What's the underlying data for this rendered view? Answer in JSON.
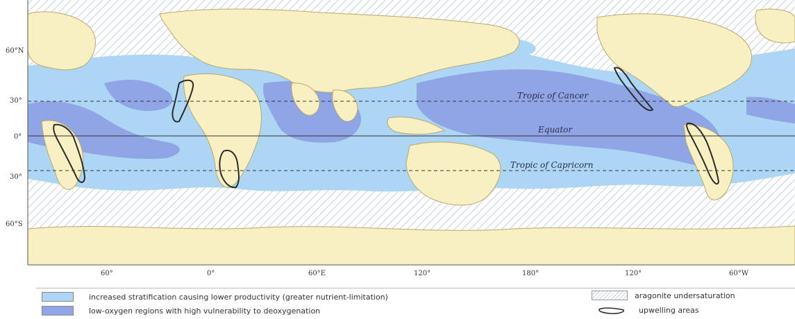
{
  "map": {
    "lat_labels": [
      "60°N",
      "30°",
      "0°",
      "30°",
      "60°S"
    ],
    "lon_labels": [
      "60°",
      "0°",
      "60°E",
      "120°",
      "180°",
      "120°",
      "60°W"
    ],
    "reference_lines": {
      "tropic_cancer": "Tropic of Cancer",
      "equator": "Equator",
      "tropic_capricorn": "Tropic of Capricorn"
    }
  },
  "legend": {
    "stratification": "increased stratification causing lower productivity (greater nutrient-limitation)",
    "low_oxygen": "low-oxygen regions with high vulnerability to deoxygenation",
    "aragonite": "aragonite undersaturation",
    "upwelling": "upwelling areas"
  },
  "colors": {
    "land": "#f8f0c2",
    "stratification": "#acd6f4",
    "low_oxygen": "#8fa5e6",
    "hatch": "#c9d3e0",
    "outline": "#2b2b2b"
  }
}
